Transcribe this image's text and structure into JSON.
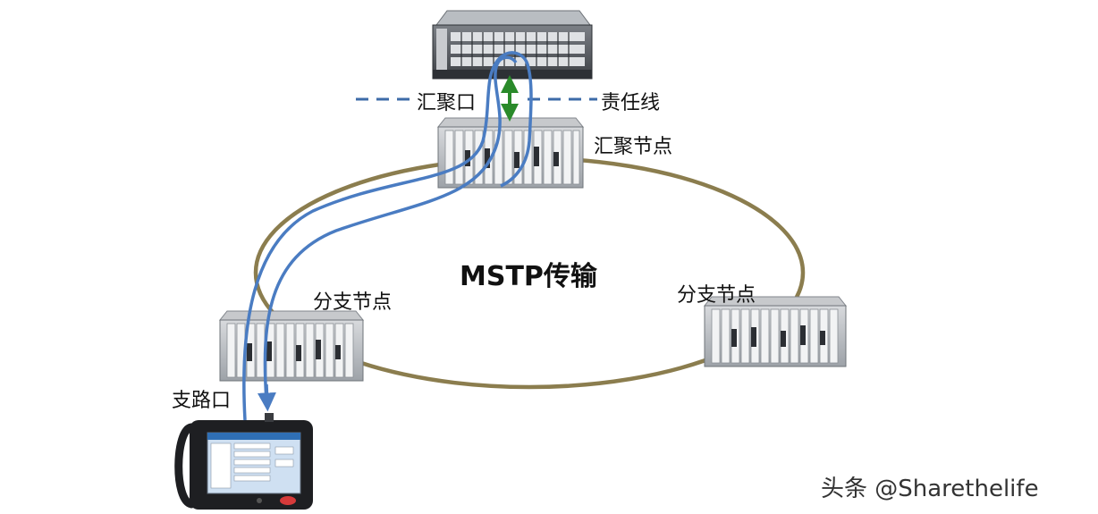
{
  "diagram": {
    "title": "MSTP传输",
    "labels": {
      "aggregation_port": "汇聚口",
      "responsibility_line": "责任线",
      "aggregation_node": "汇聚节点",
      "branch_node_left": "分支节点",
      "branch_node_right": "分支节点",
      "tributary_port": "支路口"
    },
    "watermark": "头条 @Sharethelife",
    "colors": {
      "ring": "#8b7d4e",
      "dashed_line": "#3d6ba8",
      "cable": "#4a7cc2",
      "bidirectional_arrow": "#2a8a2a"
    },
    "icons": [
      "core-switch-icon",
      "mstp-equipment-icon",
      "handheld-tester-icon"
    ]
  }
}
